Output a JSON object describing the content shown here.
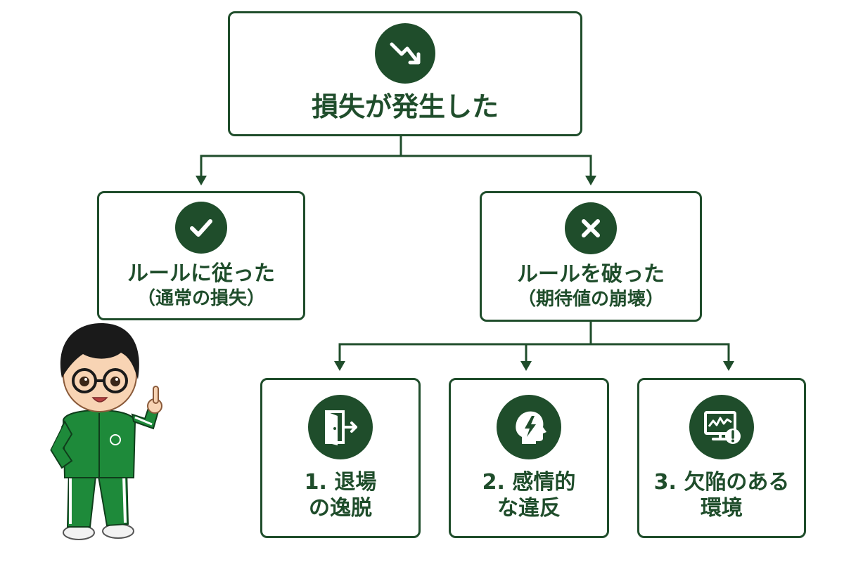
{
  "root": {
    "label": "損失が発生した",
    "icon": "trend-down-icon"
  },
  "branches": [
    {
      "line1": "ルールに従った",
      "line2": "（通常の損失）",
      "icon": "check-icon"
    },
    {
      "line1": "ルールを破った",
      "line2": "（期待値の崩壊）",
      "icon": "cross-icon"
    }
  ],
  "causes": [
    {
      "line1": "1. 退場",
      "line2": "の逸脱",
      "icon": "exit-door-icon"
    },
    {
      "line1": "2. 感情的",
      "line2": "な違反",
      "icon": "head-lightning-icon"
    },
    {
      "line1": "3. 欠陥のある",
      "line2": "環境",
      "icon": "monitor-warning-icon"
    }
  ],
  "colors": {
    "primary": "#1f4d2b",
    "mascot_suit": "#1e8a3a"
  }
}
